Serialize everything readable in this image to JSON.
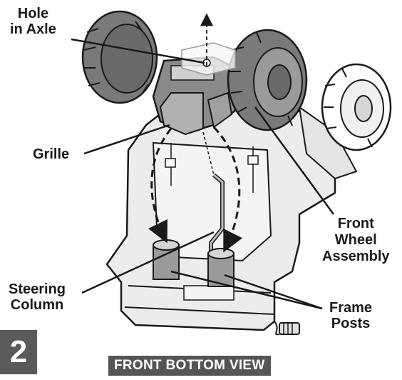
{
  "labels": {
    "hole_in_axle": "Hole\nin Axle",
    "grille": "Grille",
    "front_wheel_assembly": "Front\nWheel\nAssembly",
    "steering_column": "Steering\nColumn",
    "frame_posts": "Frame\nPosts"
  },
  "step_number": "2",
  "view_caption": "FRONT BOTTOM VIEW",
  "colors": {
    "body_plastic": "#ececec",
    "tire": "#7a7a7a",
    "post": "#9a9a9a",
    "outline": "#1a1a1a",
    "badge": "#5a5a5a"
  }
}
